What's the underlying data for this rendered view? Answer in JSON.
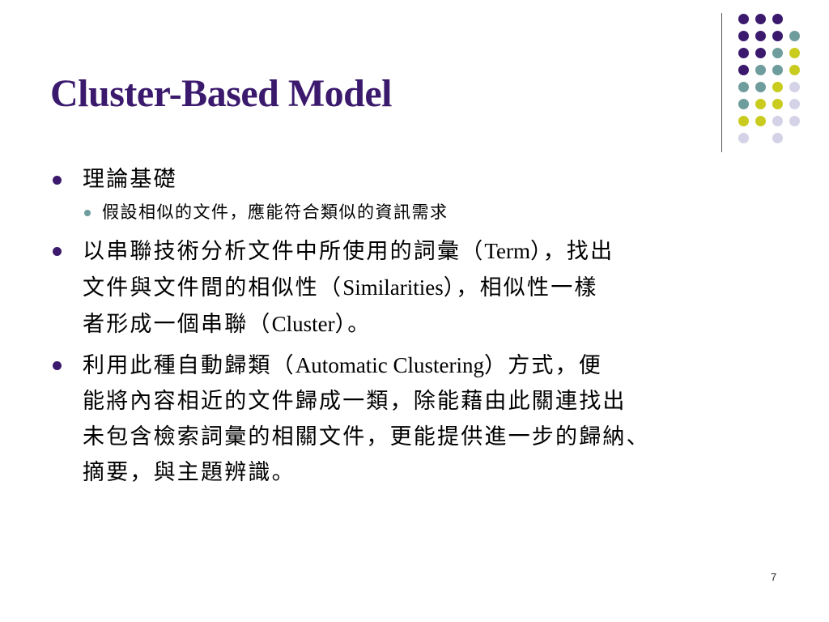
{
  "slide": {
    "title": "Cluster-Based Model",
    "page_number": "7"
  },
  "palette": {
    "purple": "#3b1a6e",
    "teal": "#6f9c9c",
    "lime": "#c9cc1e",
    "lavender": "#d4d2e6",
    "sub_bullet": "#6f9c9c"
  },
  "decoration": {
    "dot_rows": [
      [
        "purple",
        "purple",
        "purple",
        null
      ],
      [
        "purple",
        "purple",
        "purple",
        "teal"
      ],
      [
        "purple",
        "purple",
        "teal",
        "lime"
      ],
      [
        "purple",
        "teal",
        "teal",
        "lime"
      ],
      [
        "teal",
        "teal",
        "lime",
        "lavender"
      ],
      [
        "teal",
        "lime",
        "lime",
        "lavender"
      ],
      [
        "lime",
        "lime",
        "lavender",
        "lavender"
      ],
      [
        "lavender",
        null,
        "lavender",
        null
      ]
    ]
  },
  "bullets": [
    {
      "level": 1,
      "lines": [
        [
          {
            "t": "理論基礎"
          }
        ]
      ]
    },
    {
      "level": 2,
      "lines": [
        [
          {
            "t": "假設相似的文件，應能符合類似的資訊需求"
          }
        ]
      ]
    },
    {
      "level": 1,
      "lines": [
        [
          {
            "t": "以串聯技術分析文件中所使用的詞彙（"
          },
          {
            "t": "Term",
            "latin": true
          },
          {
            "t": "），找出"
          }
        ],
        [
          {
            "t": "文件與文件間的相似性（"
          },
          {
            "t": "Similarities",
            "latin": true
          },
          {
            "t": "），相似性一樣"
          }
        ],
        [
          {
            "t": "者形成一個串聯（"
          },
          {
            "t": "Cluster",
            "latin": true
          },
          {
            "t": "）。"
          }
        ]
      ]
    },
    {
      "level": 1,
      "lines": [
        [
          {
            "t": "利用此種自動歸類（"
          },
          {
            "t": "Automatic Clustering",
            "latin": true
          },
          {
            "t": "）方式，便"
          }
        ],
        [
          {
            "t": "能將內容相近的文件歸成一類，除能藉由此關連找出"
          }
        ],
        [
          {
            "t": "未包含檢索詞彙的相關文件，更能提供進一步的歸納、"
          }
        ],
        [
          {
            "t": "摘要，與主題辨識。"
          }
        ]
      ]
    }
  ]
}
